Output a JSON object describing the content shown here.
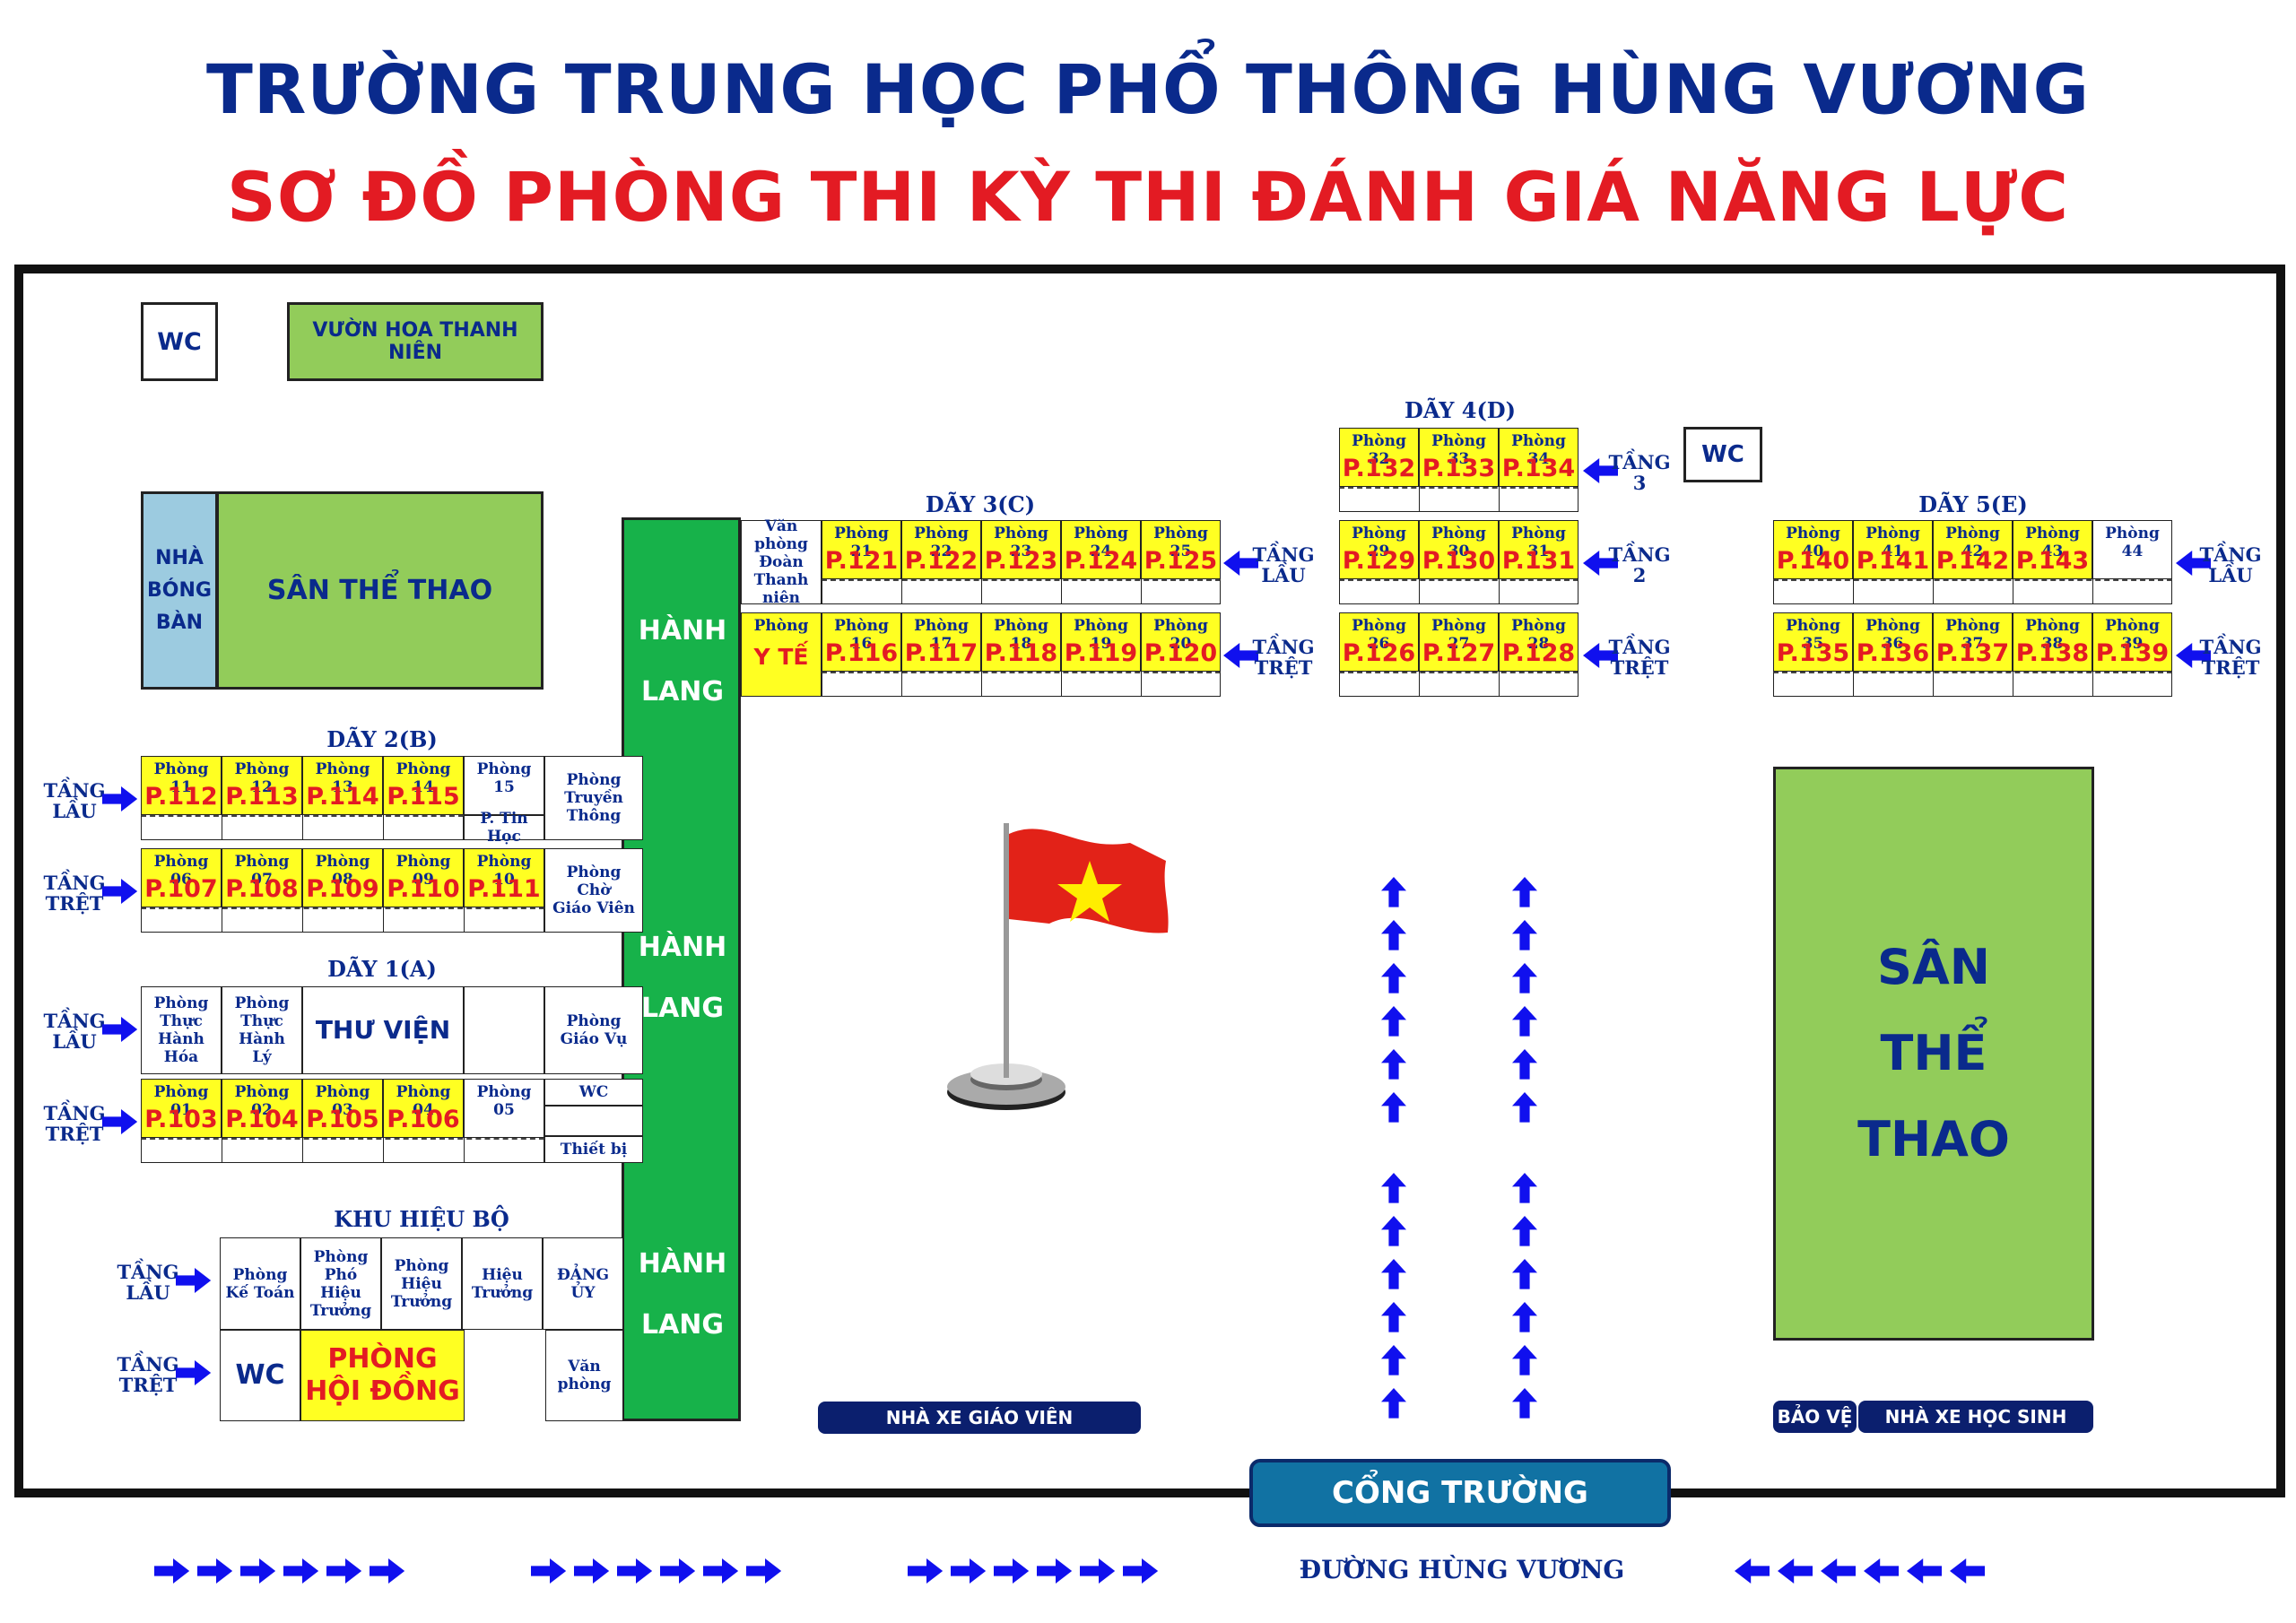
{
  "title": "TRƯỜNG TRUNG HỌC PHỔ THÔNG HÙNG VƯƠNG",
  "subtitle": "SƠ ĐỒ PHÒNG THI KỲ THI ĐÁNH GIÁ NĂNG LỰC",
  "colors": {
    "navy": "#0a2a8c",
    "red": "#e31b23",
    "yellow": "#ffff22",
    "green": "#17b24a",
    "lightgreen": "#92cc5a",
    "arrow": "#1010ee"
  },
  "landmarks": {
    "wc_top": "WC",
    "garden": "VƯỜN HOA THANH NIÊN",
    "table_tennis": "NHÀ\nBÓNG\nBÀN",
    "sports_small": "SÂN THỂ THAO",
    "corridor": [
      "HÀNH\nLANG",
      "HÀNH\nLANG",
      "HÀNH\nLANG"
    ],
    "sports_big": "SÂN\nTHỂ\nTHAO",
    "wc_d": "WC",
    "teacher_parking": "NHÀ XE GIÁO VIÊN",
    "guard": "BẢO VỆ",
    "student_parking": "NHÀ XE HỌC SINH",
    "gate": "CỔNG TRƯỜNG",
    "road": "ĐƯỜNG HÙNG VƯƠNG"
  },
  "floor_labels": {
    "upper": "TẦNG\nLẦU",
    "ground": "TẦNG\nTRỆT",
    "f2": "TẦNG\n2",
    "f3": "TẦNG\n3"
  },
  "block_b": {
    "title": "DÃY 2(B)",
    "upper": [
      {
        "label": "Phòng 11",
        "code": "P.112"
      },
      {
        "label": "Phòng 12",
        "code": "P.113"
      },
      {
        "label": "Phòng 13",
        "code": "P.114"
      },
      {
        "label": "Phòng 14",
        "code": "P.115"
      },
      {
        "label": "Phòng 15",
        "code": ""
      }
    ],
    "upper_extra": "P. Tin Học",
    "upper_side": "Phòng\nTruyền\nThông",
    "ground": [
      {
        "label": "Phòng 06",
        "code": "P.107"
      },
      {
        "label": "Phòng 07",
        "code": "P.108"
      },
      {
        "label": "Phòng 08",
        "code": "P.109"
      },
      {
        "label": "Phòng 09",
        "code": "P.110"
      },
      {
        "label": "Phòng 10",
        "code": "P.111"
      }
    ],
    "ground_side": "Phòng\nChờ\nGiáo Viên"
  },
  "block_a": {
    "title": "DÃY 1(A)",
    "upper": [
      "Phòng\nThực Hành\nHóa",
      "Phòng\nThực Hành\nLý",
      "THƯ VIỆN",
      "",
      "Phòng\nGiáo Vụ"
    ],
    "ground": [
      {
        "label": "Phòng 01",
        "code": "P.103"
      },
      {
        "label": "Phòng 02",
        "code": "P.104"
      },
      {
        "label": "Phòng 03",
        "code": "P.105"
      },
      {
        "label": "Phòng 04",
        "code": "P.106"
      },
      {
        "label": "Phòng 05",
        "code": ""
      }
    ],
    "ground_side": [
      "WC",
      "Thiết bị"
    ]
  },
  "admin": {
    "title": "KHU HIỆU BỘ",
    "upper": [
      "Phòng\nKế Toán",
      "Phòng\nPhó Hiệu\nTrưởng",
      "Phòng\nHiệu\nTrưởng",
      "Hiệu\nTrưởng",
      "ĐẢNG ỦY"
    ],
    "ground_wc": "WC",
    "ground_hall": "PHÒNG\nHỘI ĐỒNG",
    "ground_office": "Văn\nphòng"
  },
  "block_c": {
    "title": "DÃY 3(C)",
    "upper_first": "Văn phòng\nĐoàn\nThanh niên",
    "upper": [
      {
        "label": "Phòng 21",
        "code": "P.121"
      },
      {
        "label": "Phòng 22",
        "code": "P.122"
      },
      {
        "label": "Phòng 23",
        "code": "P.123"
      },
      {
        "label": "Phòng 24",
        "code": "P.124"
      },
      {
        "label": "Phòng 25",
        "code": "P.125"
      }
    ],
    "ground_first": {
      "label": "Phòng",
      "code": "Y TẾ"
    },
    "ground": [
      {
        "label": "Phòng 16",
        "code": "P.116"
      },
      {
        "label": "Phòng 17",
        "code": "P.117"
      },
      {
        "label": "Phòng 18",
        "code": "P.118"
      },
      {
        "label": "Phòng 19",
        "code": "P.119"
      },
      {
        "label": "Phòng 20",
        "code": "P.120"
      }
    ]
  },
  "block_d": {
    "title": "DÃY 4(D)",
    "f3": [
      {
        "label": "Phòng 32",
        "code": "P.132"
      },
      {
        "label": "Phòng 33",
        "code": "P.133"
      },
      {
        "label": "Phòng 34",
        "code": "P.134"
      }
    ],
    "f2": [
      {
        "label": "Phòng 29",
        "code": "P.129"
      },
      {
        "label": "Phòng 30",
        "code": "P.130"
      },
      {
        "label": "Phòng 31",
        "code": "P.131"
      }
    ],
    "ground": [
      {
        "label": "Phòng 26",
        "code": "P.126"
      },
      {
        "label": "Phòng 27",
        "code": "P.127"
      },
      {
        "label": "Phòng 28",
        "code": "P.128"
      }
    ]
  },
  "block_e": {
    "title": "DÃY 5(E)",
    "upper": [
      {
        "label": "Phòng 40",
        "code": "P.140"
      },
      {
        "label": "Phòng 41",
        "code": "P.141"
      },
      {
        "label": "Phòng 42",
        "code": "P.142"
      },
      {
        "label": "Phòng 43",
        "code": "P.143"
      },
      {
        "label": "Phòng 44",
        "code": ""
      }
    ],
    "ground": [
      {
        "label": "Phòng 35",
        "code": "P.135"
      },
      {
        "label": "Phòng 36",
        "code": "P.136"
      },
      {
        "label": "Phòng 37",
        "code": "P.137"
      },
      {
        "label": "Phòng 38",
        "code": "P.138"
      },
      {
        "label": "Phòng 39",
        "code": "P.139"
      }
    ]
  }
}
